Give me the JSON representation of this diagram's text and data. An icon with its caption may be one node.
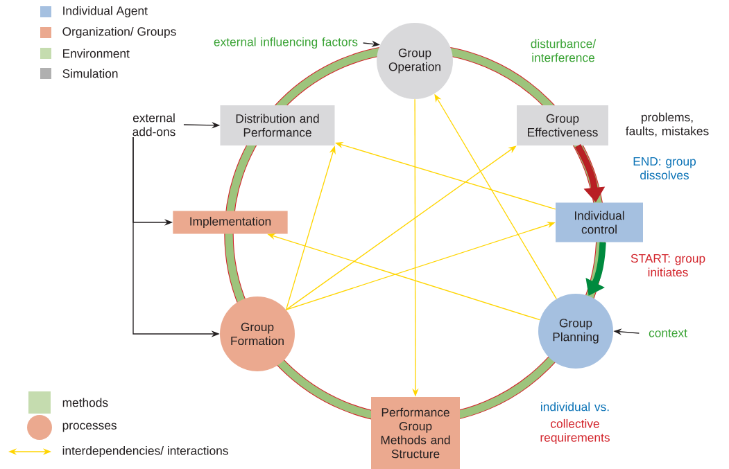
{
  "diagram": {
    "nodes": [
      {
        "text": [
          "Group Operation"
        ]
      },
      {
        "text": [
          "Distribution and Performance"
        ]
      },
      {
        "text": [
          "Group Effectiveness"
        ]
      },
      {
        "text": [
          "Implementation"
        ]
      },
      {
        "text": [
          "Individual control"
        ]
      },
      {
        "text": [
          "Group Formation"
        ]
      },
      {
        "text": [
          "Group Planning"
        ]
      },
      {
        "text": [
          "Performance Group Methods and Structure"
        ]
      },
      {
        "text": [
          "external influencing factors"
        ]
      },
      {
        "text": [
          "external add-ons"
        ]
      },
      {
        "text": [
          "context"
        ]
      }
    ],
    "edges": [
      {
        "from": 8,
        "to": 0,
        "arrow": "to",
        "color": "#231f20"
      },
      {
        "from": 9,
        "to": 1,
        "arrow": "to",
        "color": "#231f20"
      },
      {
        "from": 9,
        "to": 3,
        "arrow": "to",
        "color": "#231f20"
      },
      {
        "from": 9,
        "to": 5,
        "arrow": "to",
        "color": "#231f20"
      },
      {
        "from": 10,
        "to": 6,
        "arrow": "to",
        "color": "#231f20"
      },
      {
        "from": 2,
        "to": 4,
        "arrow": "to",
        "style": "thick",
        "color": "#b81f24"
      },
      {
        "from": 4,
        "to": 6,
        "arrow": "to",
        "style": "thick",
        "color": "#008a3e"
      },
      {
        "from": 0,
        "to": 7,
        "arrow": "to"
      },
      {
        "from": 6,
        "to": 0,
        "arrow": "to"
      },
      {
        "from": 5,
        "to": 1,
        "arrow": "to"
      },
      {
        "from": 5,
        "to": 2,
        "arrow": "to"
      },
      {
        "from": 5,
        "to": 4,
        "arrow": "to"
      },
      {
        "from": 4,
        "to": 1,
        "arrow": "to"
      },
      {
        "from": 6,
        "to": 3,
        "arrow": "to"
      }
    ],
    "labels": [
      "disturbance/ interference",
      "problems, faults, mistakes",
      "END: group dissolves",
      "START: group initiates",
      "individual vs.",
      "collective requirements"
    ],
    "legend": [
      {
        "text": "Individual Agent",
        "color": "#a5c0e0"
      },
      {
        "text": "Organization/ Groups",
        "color": "#eba98f"
      },
      {
        "text": "Environment",
        "color": "#c5dcaf"
      },
      {
        "text": "Simulation",
        "color": "#b0b0b0"
      },
      {
        "text": "methods",
        "color": "#c5dcaf"
      },
      {
        "text": "processes"
      },
      {
        "text": "interdependencies/ interactions"
      }
    ]
  }
}
